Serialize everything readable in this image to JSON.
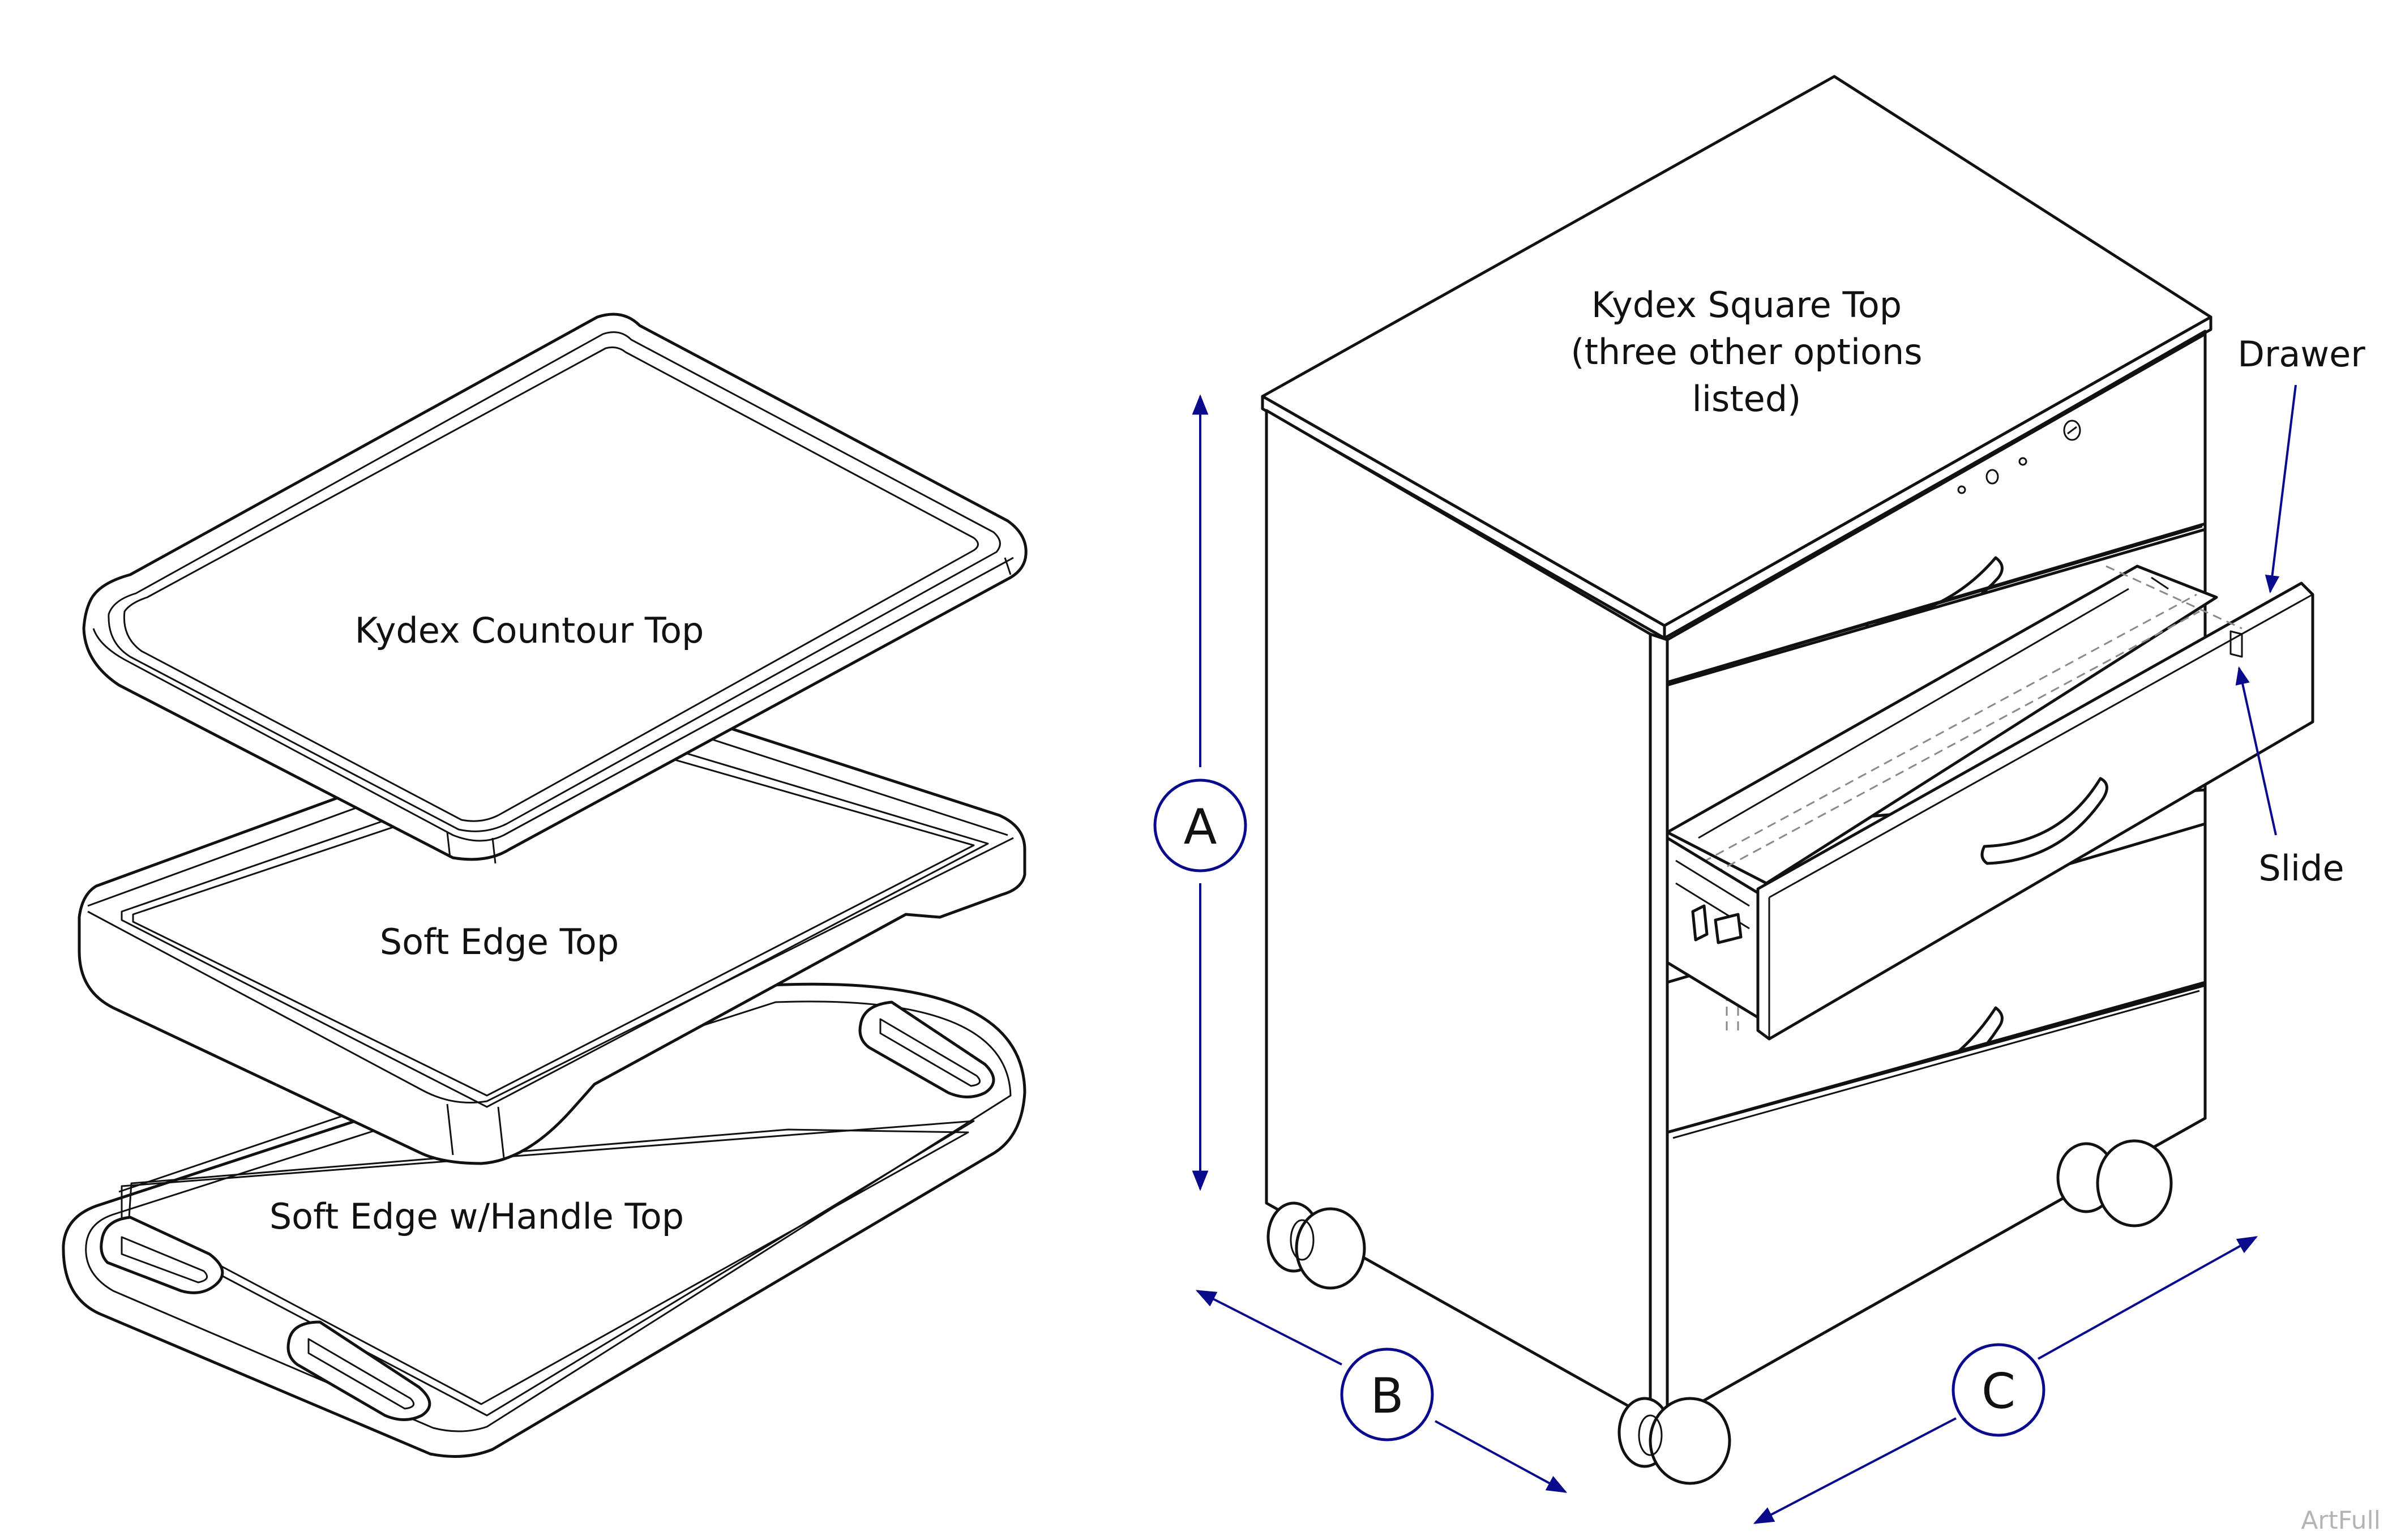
{
  "tops": {
    "contour_label": "Kydex Countour Top",
    "soft_edge_label": "Soft Edge Top",
    "handle_label": "Soft Edge w/Handle Top"
  },
  "cabinet": {
    "top_label_line1": "Kydex Square Top",
    "top_label_line2": "(three other options",
    "top_label_line3": "listed)",
    "drawer_label": "Drawer",
    "slide_label": "Slide"
  },
  "dimensions": {
    "a": "A",
    "b": "B",
    "c": "C",
    "line_color": "#0a0a8c"
  },
  "watermark": "ArtFull"
}
